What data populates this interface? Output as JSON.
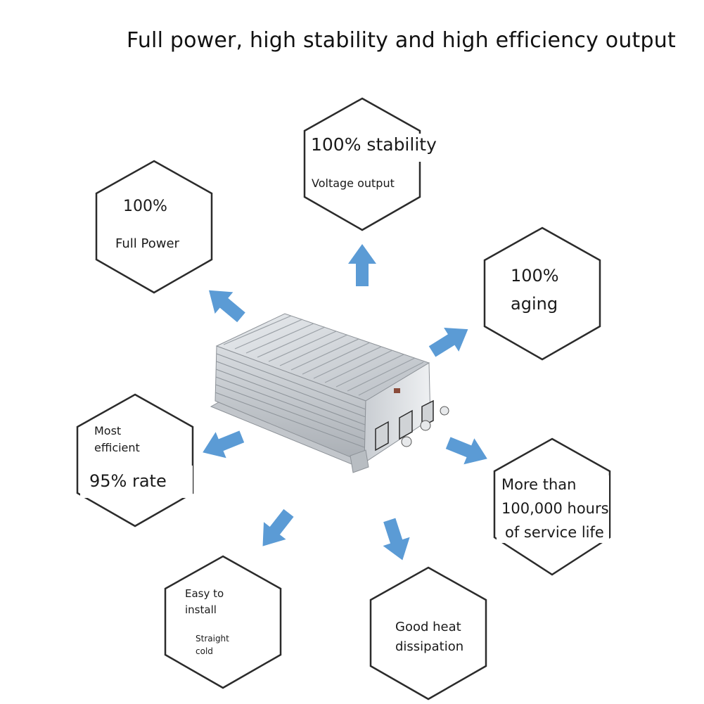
{
  "title": "Full power, high stability and high efficiency output",
  "features": {
    "stability": {
      "line1": "100% stability",
      "line2": "Voltage output"
    },
    "full_power": {
      "line1": "100%",
      "line2": "Full Power"
    },
    "aging": {
      "line1": "100%",
      "line2": "aging"
    },
    "efficient": {
      "line1": "Most",
      "line2": "efficient",
      "line3": "95% rate"
    },
    "service_life": {
      "line1": "More than",
      "line2": "100,000 hours",
      "line3": "of service life"
    },
    "install": {
      "line1": "Easy to",
      "line2": "install",
      "line3": "Straight",
      "line4": "cold"
    },
    "heat": {
      "line1": "Good heat",
      "line2": "dissipation"
    }
  },
  "colors": {
    "arrow": "#5b9bd5",
    "hex_stroke": "#2b2b2b",
    "background": "#ffffff"
  }
}
